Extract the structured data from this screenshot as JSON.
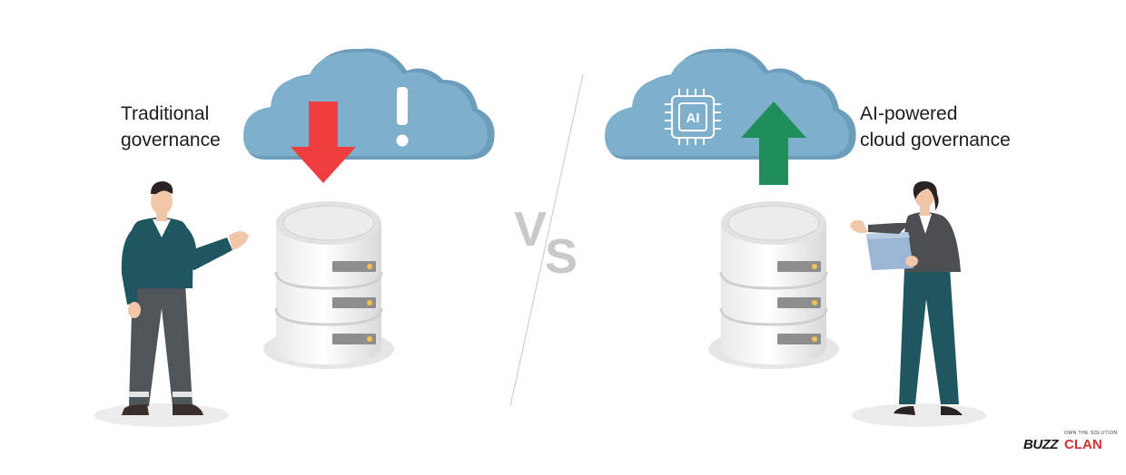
{
  "left_panel": {
    "caption_line1": "Traditional",
    "caption_line2": "governance",
    "chip_label": "",
    "alert_symbol": "!",
    "arrow_direction": "down",
    "arrow_color": "#ee3e3e"
  },
  "right_panel": {
    "caption_line1": "AI-powered",
    "caption_line2": "cloud governance",
    "chip_label": "AI",
    "arrow_direction": "up",
    "arrow_color": "#1f8e5a"
  },
  "divider": {
    "v": "V",
    "s": "S"
  },
  "brand": {
    "name_part1": "BUZZ",
    "name_part2": "CLAN",
    "tagline": "OWN THE SOLUTION"
  },
  "colors": {
    "cloud": "#7fb0cb",
    "cloud_shadow": "#6c9dba",
    "man_sweater": "#1f5660",
    "man_pants": "#4f5558",
    "woman_blazer": "#4b4f52",
    "woman_pants": "#1f5660",
    "laptop": "#9bb6d4"
  }
}
